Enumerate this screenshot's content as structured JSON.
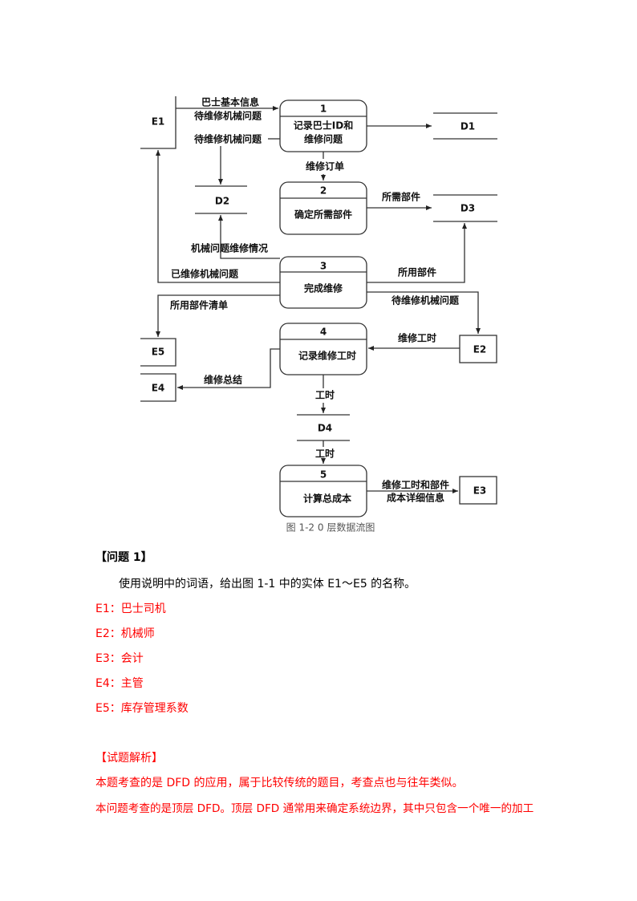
{
  "diagram": {
    "entities": {
      "e1": "E1",
      "e2": "E2",
      "e3": "E3",
      "e4": "E4",
      "e5": "E5"
    },
    "stores": {
      "d1": "D1",
      "d2": "D2",
      "d3": "D3",
      "d4": "D4"
    },
    "processes": [
      {
        "num": "1",
        "line1": "记录巴士ID和",
        "line2": "维修问题"
      },
      {
        "num": "2",
        "line1": "确定所需部件"
      },
      {
        "num": "3",
        "line1": "完成维修"
      },
      {
        "num": "4",
        "line1": "记录维修工时"
      },
      {
        "num": "5",
        "line1": "计算总成本"
      }
    ],
    "flows": {
      "bus_info": "巴士基本信息",
      "pending_issue_1": "待维修机械问题",
      "pending_issue_2": "待维修机械问题",
      "repair_order": "维修订单",
      "required_parts": "所需部件",
      "repair_status": "机械问题维修情况",
      "repaired_issue": "已维修机械问题",
      "used_parts": "所用部件",
      "pending_issue_3": "待维修机械问题",
      "used_parts_list": "所用部件清单",
      "repair_hours": "维修工时",
      "repair_summary": "维修总结",
      "hours_1": "工时",
      "hours_2": "工时",
      "cost_detail_1": "维修工时和部件",
      "cost_detail_2": "成本详细信息"
    },
    "caption": "图 1-2 0 层数据流图"
  },
  "question": {
    "heading": "【问题 1】",
    "prompt": "使用说明中的词语，给出图 1-1 中的实体 E1～E5 的名称。",
    "answers": [
      "E1：巴士司机",
      "E2：机械师",
      "E3：会计",
      "E4：主管",
      "E5：库存管理系数"
    ]
  },
  "analysis": {
    "heading": "【试题解析】",
    "lines": [
      "本题考查的是 DFD 的应用，属于比较传统的题目，考查点也与往年类似。",
      "本问题考查的是顶层 DFD。顶层 DFD 通常用来确定系统边界，其中只包含一个唯一的加工"
    ]
  }
}
